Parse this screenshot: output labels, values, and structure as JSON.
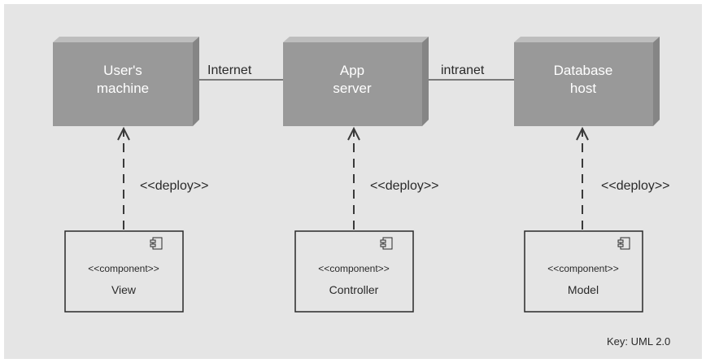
{
  "nodes": [
    {
      "line1": "User's",
      "line2": "machine"
    },
    {
      "line1": "App",
      "line2": "server"
    },
    {
      "line1": "Database",
      "line2": "host"
    }
  ],
  "links": [
    {
      "label": "Internet"
    },
    {
      "label": "intranet"
    }
  ],
  "deploy_label": "<<deploy>>",
  "components": [
    {
      "stereotype": "<<component>>",
      "name": "View"
    },
    {
      "stereotype": "<<component>>",
      "name": "Controller"
    },
    {
      "stereotype": "<<component>>",
      "name": "Model"
    }
  ],
  "key": "Key: UML 2.0",
  "colors": {
    "background": "#e5e5e5",
    "node_front": "#999999",
    "node_top": "#bdbdbd",
    "node_side": "#858585",
    "component_fill": "#e5e5e5",
    "line": "#3a3a3a"
  }
}
